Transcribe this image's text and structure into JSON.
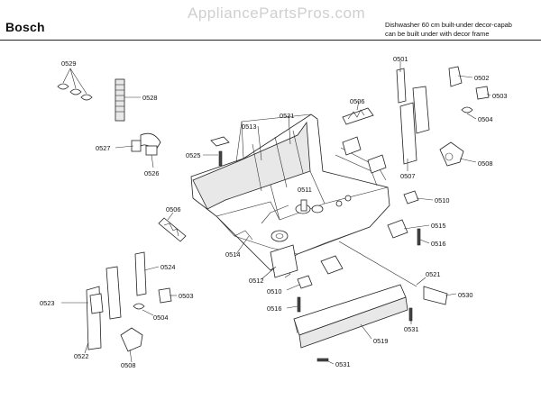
{
  "header": {
    "brand": "Bosch",
    "watermark": "AppliancePartsPros.com",
    "description_line1": "Dishwasher 60 cm built-under decor-capab",
    "description_line2": "can be built under with decor frame"
  },
  "callouts": [
    "0529",
    "0528",
    "0527",
    "0526",
    "0525",
    "0513",
    "0521",
    "0506",
    "0501",
    "0502",
    "0503",
    "0504",
    "0507",
    "0508",
    "0511",
    "0510",
    "0515",
    "0516",
    "0506",
    "0514",
    "0512",
    "0524",
    "0523",
    "0522",
    "0503",
    "0504",
    "0508",
    "0510",
    "0516",
    "0521",
    "0530",
    "0531",
    "0519",
    "0531"
  ]
}
